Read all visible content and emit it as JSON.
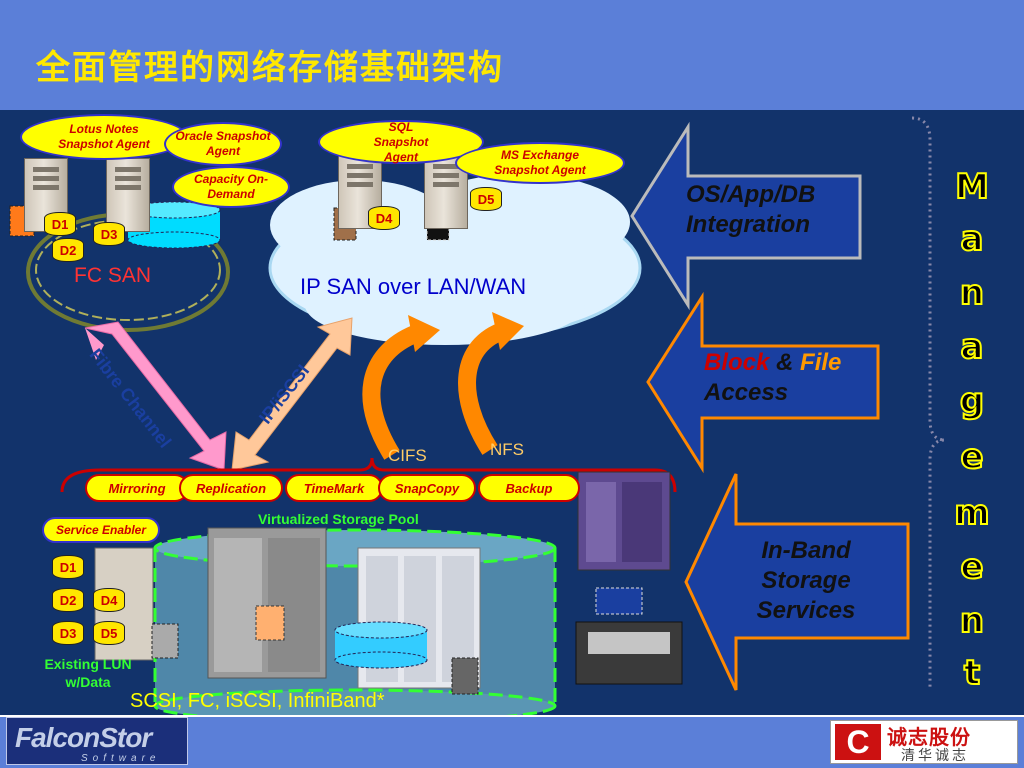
{
  "title": "全面管理的网络存储基础架构",
  "agents": {
    "lotus": "Lotus Notes Snapshot Agent",
    "oracle": "Oracle Snapshot Agent",
    "capacity": "Capacity On-Demand",
    "sql": "SQL Snapshot Agent",
    "exchange": "MS Exchange Snapshot Agent"
  },
  "disks": {
    "top_d1": "D1",
    "top_d2": "D2",
    "top_d3": "D3",
    "top_d4": "D4",
    "top_d5": "D5",
    "bot_d1": "D1",
    "bot_d2": "D2",
    "bot_d3": "D3",
    "bot_d4": "D4",
    "bot_d5": "D5"
  },
  "labels": {
    "fc_san": "FC SAN",
    "ip_san": "IP SAN over LAN/WAN",
    "fibre_channel": "Fibre Channel",
    "ip_iscsi": "IP/iSCSI",
    "cifs": "CIFS",
    "nfs": "NFS",
    "pool": "Virtualized Storage Pool",
    "existing_lun": "Existing LUN w/Data",
    "protocols": "SCSI, FC, iSCSI, InfiniBand*",
    "service_enabler": "Service Enabler"
  },
  "services": [
    "Mirroring",
    "Replication",
    "TimeMark",
    "SnapCopy",
    "Backup"
  ],
  "arrows": {
    "os_app_db": "OS/App/DB Integration",
    "block": "Block",
    "amp": "&",
    "file": "File",
    "access": "Access",
    "inband": "In-Band Storage Services"
  },
  "management_letters": [
    "M",
    "a",
    "n",
    "a",
    "g",
    "e",
    "m",
    "e",
    "n",
    "t"
  ],
  "logos": {
    "falconstor": "FalconStor",
    "software": "Software",
    "chinese_main": "诚志股份",
    "chinese_sub": "清华诚志"
  },
  "colors": {
    "background": "#12336b",
    "title_bar": "#5b7fd8",
    "title_text": "#ffe800",
    "pill_fill": "#ffff00",
    "accent_red": "#cc0000",
    "arrow_fill": "#1a3fa0",
    "cloud": "#dff2ff",
    "pool_fill": "#5a96b4"
  }
}
